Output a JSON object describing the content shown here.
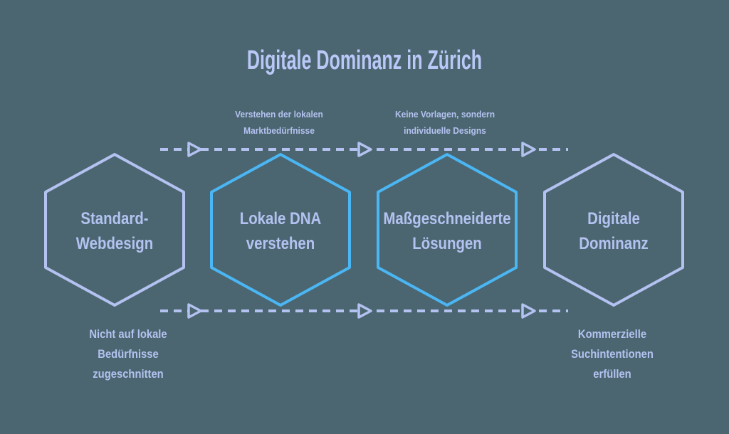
{
  "title": "Digitale Dominanz in Zürich",
  "colors": {
    "background": "#4b6670",
    "periwinkle": "#b3c2f0",
    "accent_blue": "#4bb6f4",
    "title_color": "#bac8f8"
  },
  "top_labels": [
    {
      "line1": "Verstehen der lokalen",
      "line2": "Marktbedürfnisse"
    },
    {
      "line1": "Keine Vorlagen, sondern",
      "line2": "individuelle Designs"
    }
  ],
  "hexagons": [
    {
      "line1": "Standard-",
      "line2": "Webdesign",
      "border_color_key": "periwinkle"
    },
    {
      "line1": "Lokale DNA",
      "line2": "verstehen",
      "border_color_key": "accent_blue"
    },
    {
      "line1": "Maßgeschneiderte",
      "line2": "Lösungen",
      "border_color_key": "accent_blue"
    },
    {
      "line1": "Digitale",
      "line2": "Dominanz",
      "border_color_key": "periwinkle"
    }
  ],
  "bottom_labels": [
    {
      "line1": "Nicht auf lokale",
      "line2": "Bedürfnisse",
      "line3": "zugeschnitten"
    },
    {
      "line1": "Kommerzielle",
      "line2": "Suchintentionen",
      "line3": "erfüllen"
    }
  ]
}
